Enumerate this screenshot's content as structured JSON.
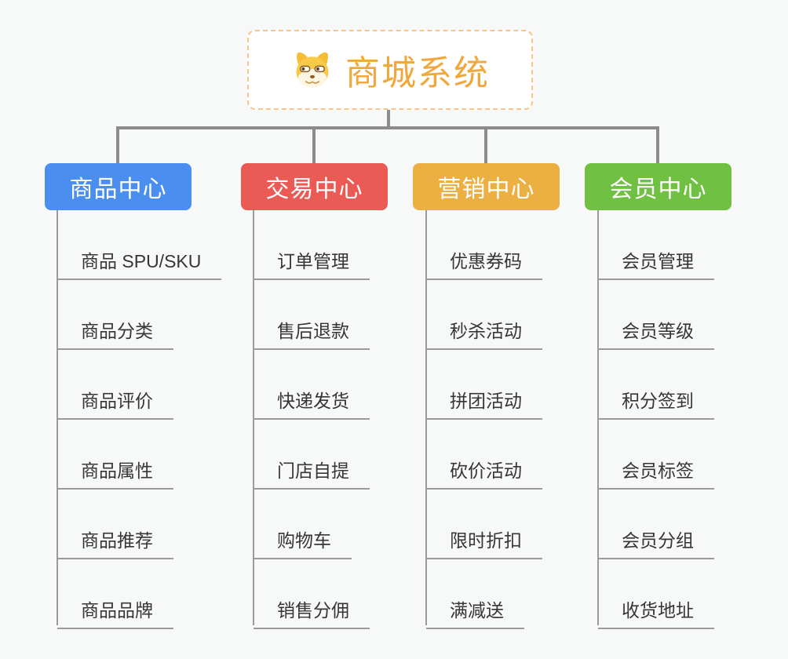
{
  "root": {
    "title": "商城系统",
    "icon": "doge-icon"
  },
  "branches": [
    {
      "label": "商品中心",
      "color": "#4a8ff0",
      "children": [
        "商品 SPU/SKU",
        "商品分类",
        "商品评价",
        "商品属性",
        "商品推荐",
        "商品品牌"
      ]
    },
    {
      "label": "交易中心",
      "color": "#ea5b56",
      "children": [
        "订单管理",
        "售后退款",
        "快递发货",
        "门店自提",
        "购物车",
        "销售分佣"
      ]
    },
    {
      "label": "营销中心",
      "color": "#ebaf42",
      "children": [
        "优惠券码",
        "秒杀活动",
        "拼团活动",
        "砍价活动",
        "限时折扣",
        "满减送"
      ]
    },
    {
      "label": "会员中心",
      "color": "#70c043",
      "children": [
        "会员管理",
        "会员等级",
        "积分签到",
        "会员标签",
        "会员分组",
        "收货地址"
      ]
    }
  ],
  "colors": {
    "background": "#f7f8f8",
    "connector": "#8c8c8c",
    "child_line": "#9b9b9b",
    "child_text": "#363636",
    "root_border": "#f6c58b",
    "root_text": "#f0a73e"
  }
}
